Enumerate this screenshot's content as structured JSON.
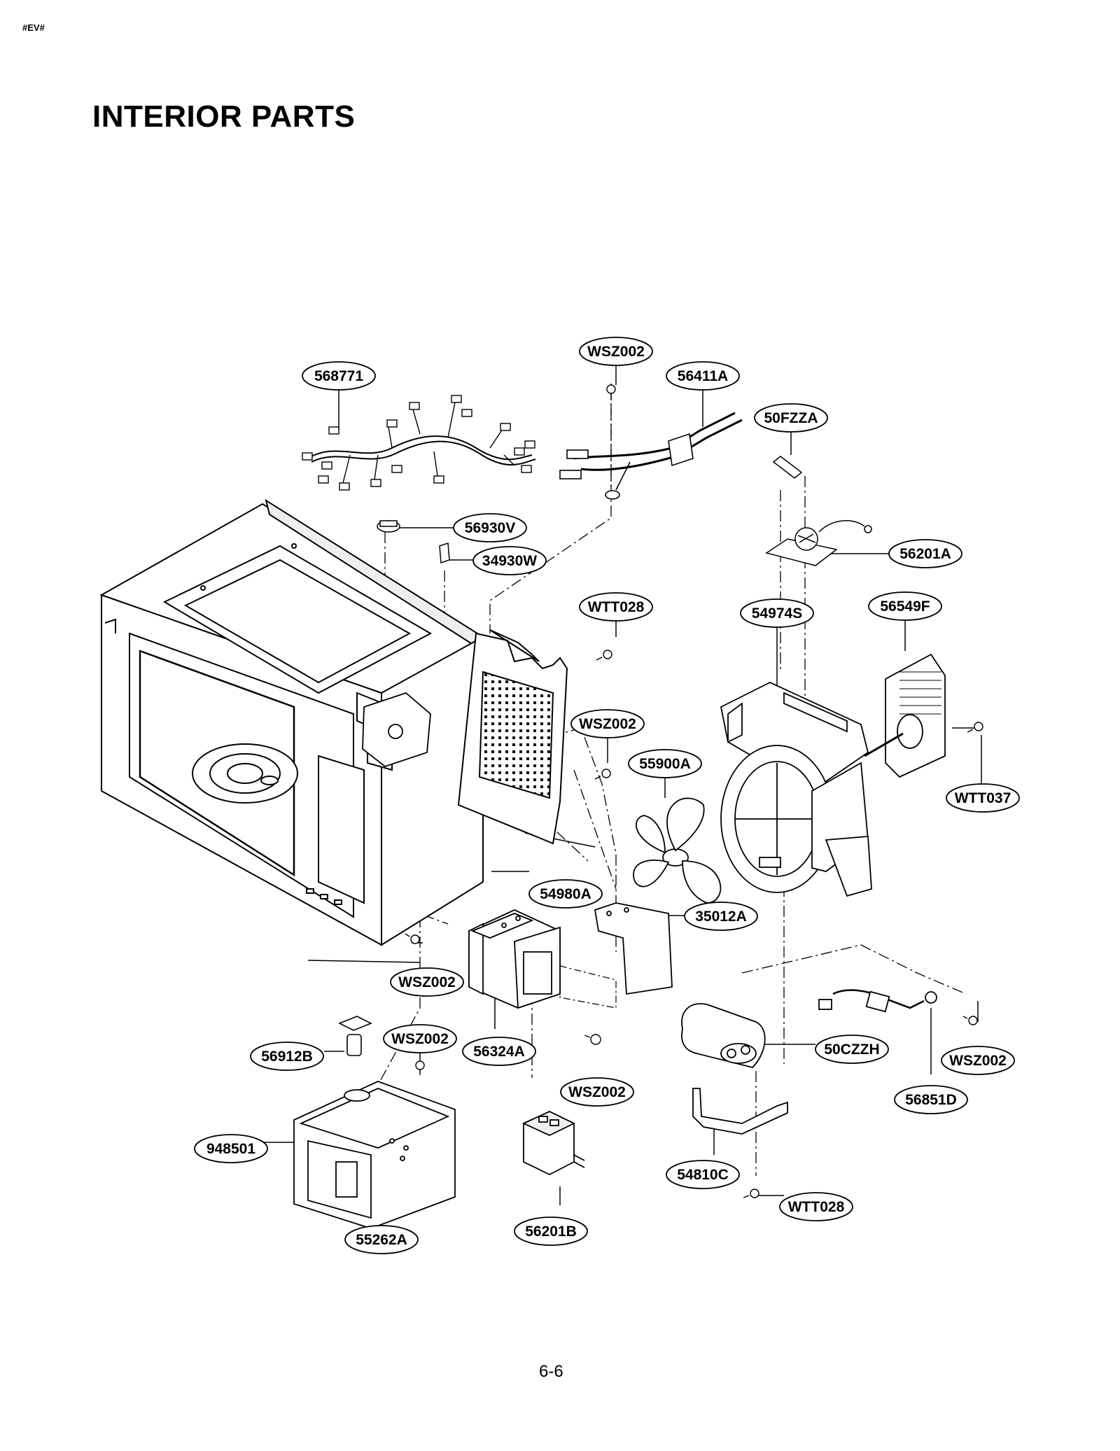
{
  "header": {
    "code": "#EV#",
    "title": "INTERIOR PARTS"
  },
  "footer": {
    "page_number": "6-6"
  },
  "parts": {
    "p568771": "568771",
    "wsz002_top": "WSZ002",
    "p56411A": "56411A",
    "p50FZZA": "50FZZA",
    "p56930V": "56930V",
    "p34930W": "34930W",
    "p56201A": "56201A",
    "wtt028_top": "WTT028",
    "p54974S": "54974S",
    "p56549F": "56549F",
    "wsz002_mid": "WSZ002",
    "p55900A": "55900A",
    "p WTT037": "WTT037",
    "p54980A": "54980A",
    "p35012A": "35012A",
    "wsz002_left": "WSZ002",
    "p56912B": "56912B",
    "wsz002_low": "WSZ002",
    "p56324A": "56324A",
    "p50CZZH": "50CZZH",
    "wsz002_right": "WSZ002",
    "wsz002_bot": "WSZ002",
    "p56851D": "56851D",
    "p948501": "948501",
    "p54810C": "54810C",
    "wtt028_bot": "WTT028",
    "p55262A": "55262A",
    "p56201B": "56201B"
  }
}
